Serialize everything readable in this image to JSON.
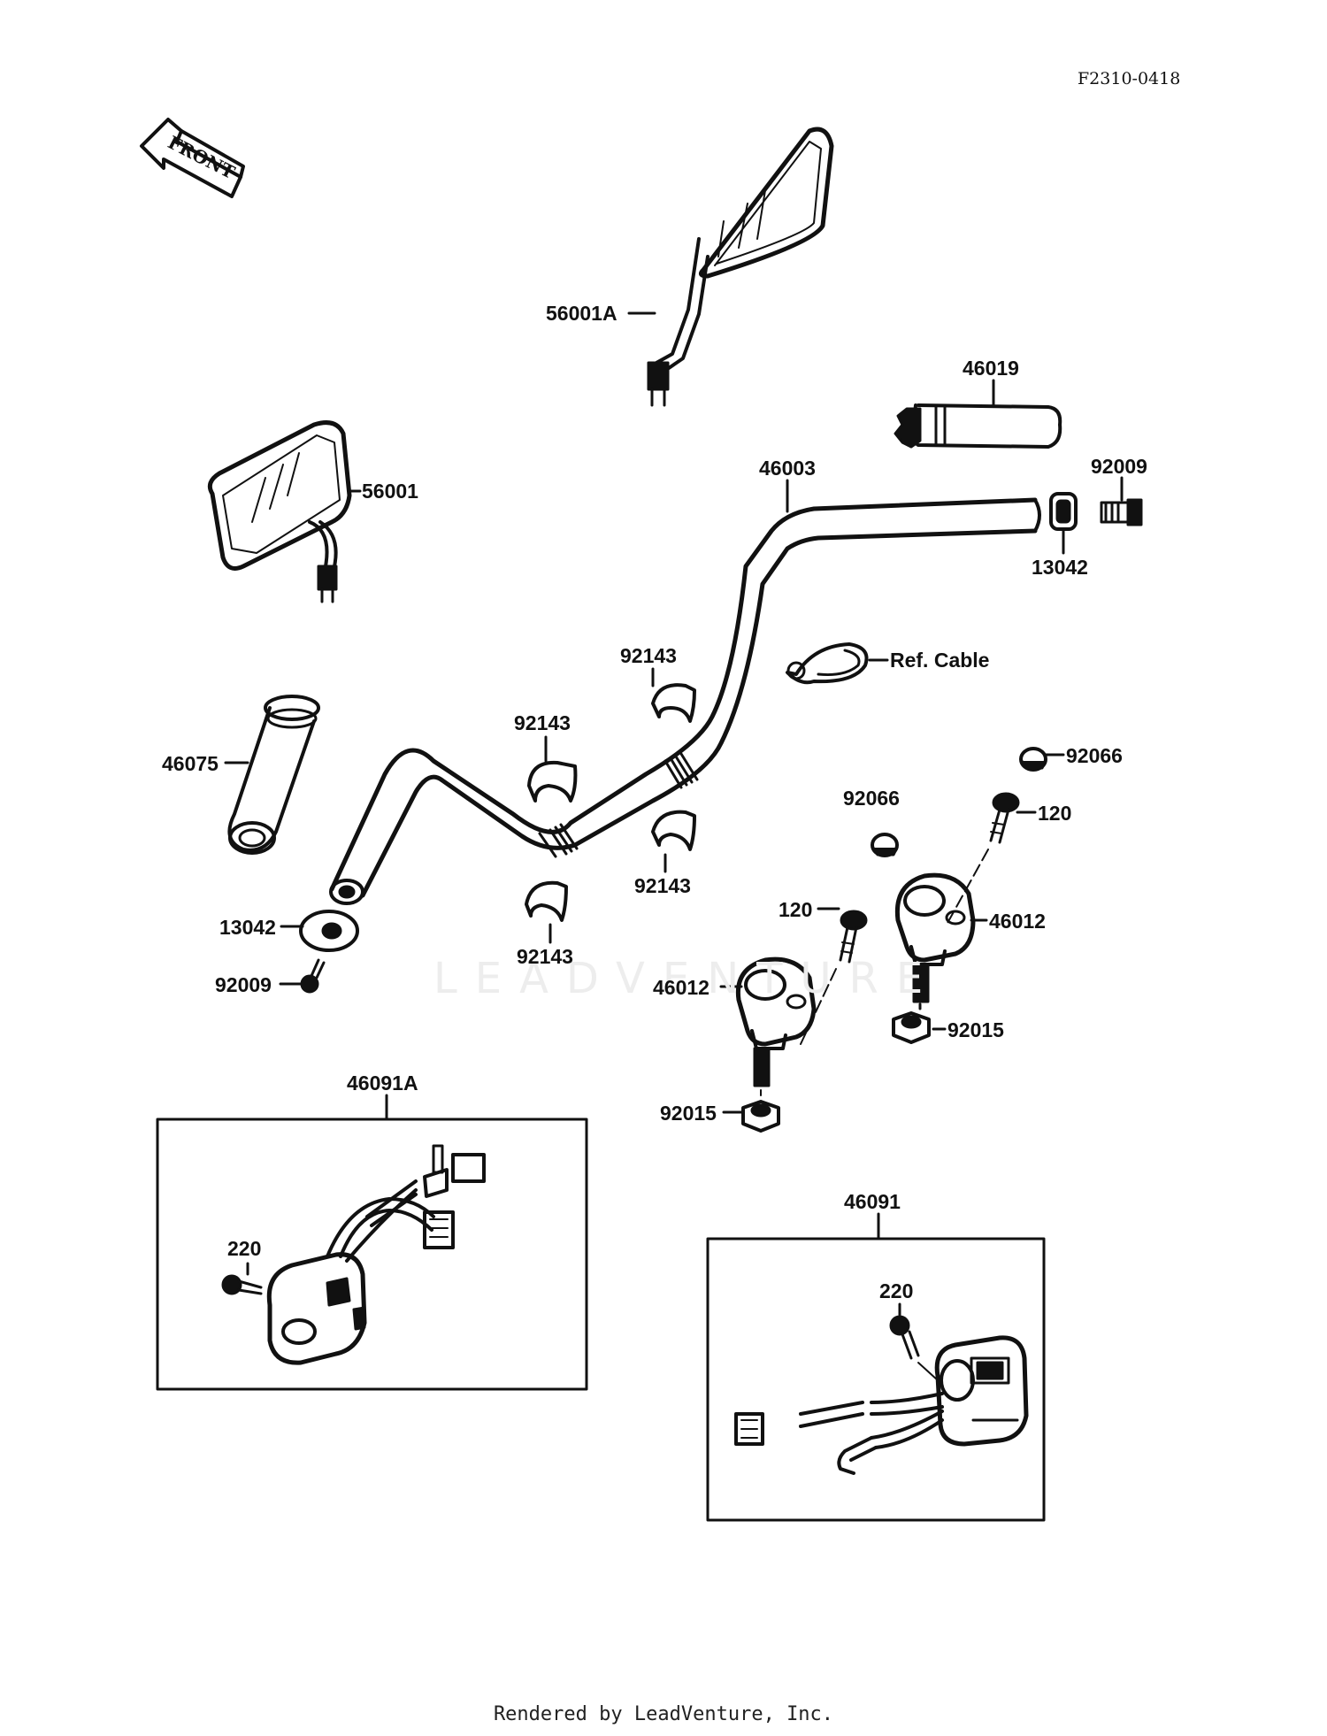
{
  "diagram_code": "F2310-0418",
  "footer_credit": "Rendered by LeadVenture, Inc.",
  "watermark": "LEADVENTURE",
  "front_arrow": "FRONT",
  "parts": {
    "mirror_right": "56001A",
    "mirror_left": "56001",
    "throttle_grip": "46019",
    "handlebar": "46003",
    "end_bolt_right": "92009",
    "bar_end_weight_right": "13042",
    "cable_clamp": "Ref. Cable",
    "grip_left": "46075",
    "damper_upper_left": "92143",
    "damper_upper_right": "92143",
    "damper_lower_right": "92143",
    "damper_lower_left": "92143",
    "bar_end_weight_left": "13042",
    "end_bolt_left": "92009",
    "cap_right": "92066",
    "cap_center": "92066",
    "bolt_right": "120",
    "bolt_left": "120",
    "holder_right": "46012",
    "holder_left": "46012",
    "nut_right": "92015",
    "nut_left": "92015",
    "switch_left_assy": "46091A",
    "switch_left_screw": "220",
    "switch_right_assy": "46091",
    "switch_right_screw": "220"
  }
}
